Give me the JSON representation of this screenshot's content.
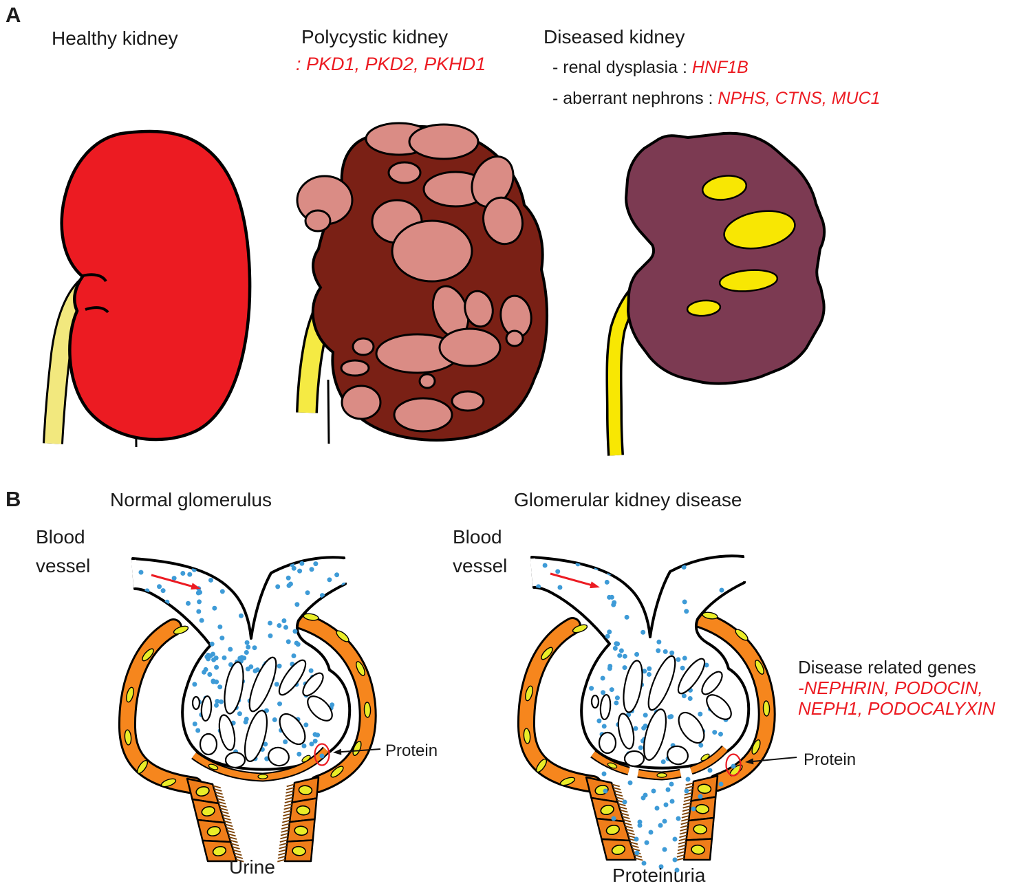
{
  "figure": {
    "panel_a": {
      "label": "A",
      "healthy": {
        "title": "Healthy kidney"
      },
      "polycystic": {
        "title": "Polycystic kidney",
        "genes": ": PKD1, PKD2, PKHD1"
      },
      "diseased": {
        "title": "Diseased kidney",
        "items": [
          {
            "prefix": "- renal dysplasia : ",
            "genes": "HNF1B"
          },
          {
            "prefix": "- aberrant nephrons : ",
            "genes": "NPHS, CTNS, MUC1"
          }
        ]
      }
    },
    "panel_b": {
      "label": "B",
      "normal": {
        "title": "Normal glomerulus",
        "vessel_label": "Blood vessel",
        "protein_label": "Protein",
        "output_label": "Urine"
      },
      "diseased": {
        "title": "Glomerular kidney disease",
        "vessel_label": "Blood vessel",
        "protein_label": "Protein",
        "output_label": "Proteinuria",
        "genes_heading": "Disease related genes",
        "genes_line1": "-NEPHRIN, PODOCIN,",
        "genes_line2": "NEPH1, PODOCALYXIN"
      }
    },
    "colors": {
      "healthy_kidney": "#ec1b22",
      "polycystic_body": "#7a2015",
      "cyst_pink": "#da8c85",
      "diseased_body": "#7c3a52",
      "ureter_yellow": "#f2e87e",
      "ureter_yellow_2": "#f5ea43",
      "bright_yellow": "#f8e703",
      "capsule_orange": "#f6861d",
      "cell_orange": "#ef7d1a",
      "nucleus_yellow": "#eaed28",
      "blood_dot_blue": "#3e9bd7",
      "accent_red": "#ec1b22",
      "brush_brown": "#7a3e00",
      "outline_black": "#000000"
    }
  }
}
